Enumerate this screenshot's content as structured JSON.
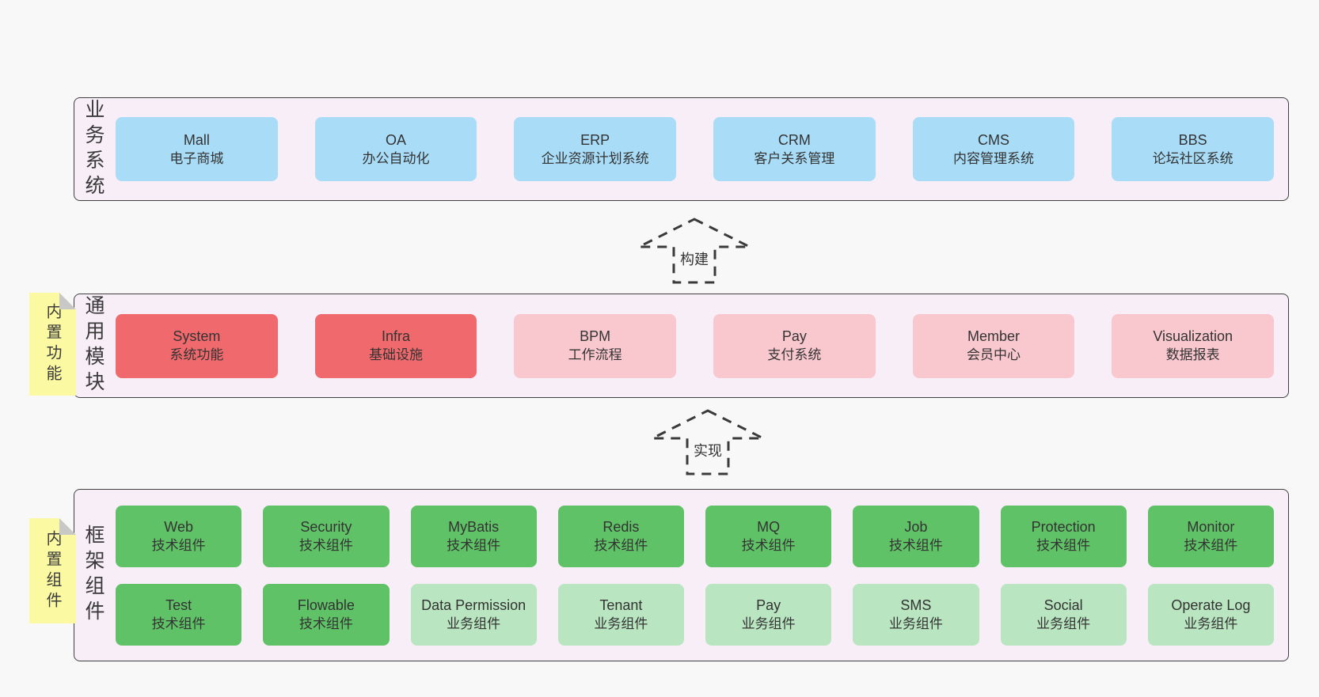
{
  "palette": {
    "background": "#f8f8f8",
    "band_fill": "#f8eef7",
    "band_border": "#404040",
    "blue": "#a9dcf7",
    "red": "#f0696c",
    "pink": "#f9c8cf",
    "darkgreen": "#60c267",
    "lightgreen": "#b9e5c0",
    "note_yellow": "#fbf9a2",
    "note_fold": "#c8c8c8",
    "text": "#333333"
  },
  "arrows": [
    {
      "label": "构建"
    },
    {
      "label": "实现"
    }
  ],
  "bands": [
    {
      "label": "业务系统",
      "boxes": [
        {
          "title": "Mall",
          "subtitle": "电子商城",
          "variant": "blue"
        },
        {
          "title": "OA",
          "subtitle": "办公自动化",
          "variant": "blue"
        },
        {
          "title": "ERP",
          "subtitle": "企业资源计划系统",
          "variant": "blue"
        },
        {
          "title": "CRM",
          "subtitle": "客户关系管理",
          "variant": "blue"
        },
        {
          "title": "CMS",
          "subtitle": "内容管理系统",
          "variant": "blue"
        },
        {
          "title": "BBS",
          "subtitle": "论坛社区系统",
          "variant": "blue"
        }
      ]
    },
    {
      "label": "通用模块",
      "note": "内置功能",
      "boxes": [
        {
          "title": "System",
          "subtitle": "系统功能",
          "variant": "red"
        },
        {
          "title": "Infra",
          "subtitle": "基础设施",
          "variant": "red"
        },
        {
          "title": "BPM",
          "subtitle": "工作流程",
          "variant": "pink"
        },
        {
          "title": "Pay",
          "subtitle": "支付系统",
          "variant": "pink"
        },
        {
          "title": "Member",
          "subtitle": "会员中心",
          "variant": "pink"
        },
        {
          "title": "Visualization",
          "subtitle": "数据报表",
          "variant": "pink"
        }
      ]
    },
    {
      "label": "框架组件",
      "note": "内置组件",
      "rows": [
        [
          {
            "title": "Web",
            "subtitle": "技术组件",
            "variant": "darkgreen"
          },
          {
            "title": "Security",
            "subtitle": "技术组件",
            "variant": "darkgreen"
          },
          {
            "title": "MyBatis",
            "subtitle": "技术组件",
            "variant": "darkgreen"
          },
          {
            "title": "Redis",
            "subtitle": "技术组件",
            "variant": "darkgreen"
          },
          {
            "title": "MQ",
            "subtitle": "技术组件",
            "variant": "darkgreen"
          },
          {
            "title": "Job",
            "subtitle": "技术组件",
            "variant": "darkgreen"
          },
          {
            "title": "Protection",
            "subtitle": "技术组件",
            "variant": "darkgreen"
          },
          {
            "title": "Monitor",
            "subtitle": "技术组件",
            "variant": "darkgreen"
          }
        ],
        [
          {
            "title": "Test",
            "subtitle": "技术组件",
            "variant": "darkgreen"
          },
          {
            "title": "Flowable",
            "subtitle": "技术组件",
            "variant": "darkgreen"
          },
          {
            "title": "Data Permission",
            "subtitle": "业务组件",
            "variant": "lightgreen"
          },
          {
            "title": "Tenant",
            "subtitle": "业务组件",
            "variant": "lightgreen"
          },
          {
            "title": "Pay",
            "subtitle": "业务组件",
            "variant": "lightgreen"
          },
          {
            "title": "SMS",
            "subtitle": "业务组件",
            "variant": "lightgreen"
          },
          {
            "title": "Social",
            "subtitle": "业务组件",
            "variant": "lightgreen"
          },
          {
            "title": "Operate Log",
            "subtitle": "业务组件",
            "variant": "lightgreen"
          }
        ]
      ]
    }
  ]
}
